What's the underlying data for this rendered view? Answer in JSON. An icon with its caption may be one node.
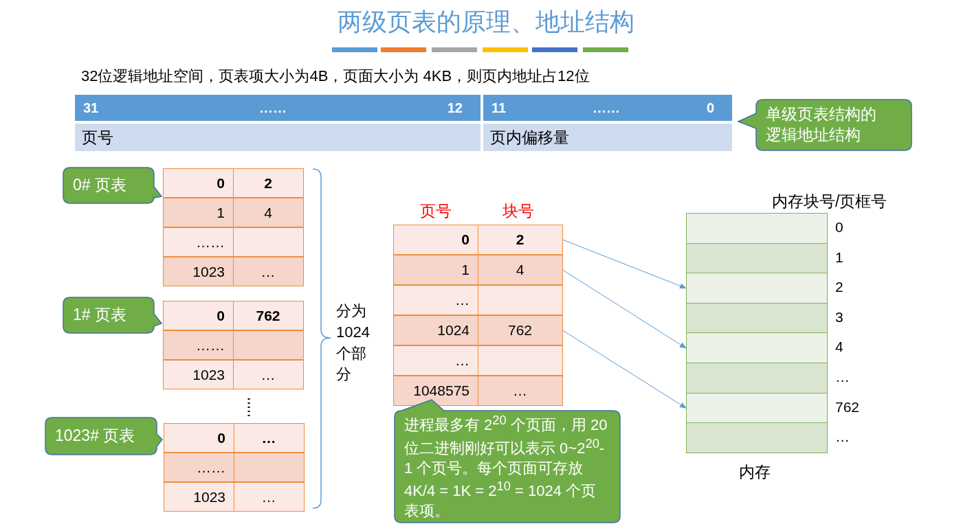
{
  "diagram": {
    "title": "两级页表的原理、地址结构",
    "nodes": [
      {
        "text": [
          "31",
          "……",
          "12"
        ]
      },
      {
        "text": [
          "11",
          "……",
          "0"
        ]
      },
      {
        "text": [
          "页号"
        ]
      },
      {
        "text": [
          "页内偏移量"
        ]
      },
      {
        "text": [
          "单级页表结构的逻辑地址结构"
        ]
      },
      {
        "text": [
          "0# 页表"
        ]
      },
      {
        "text": [
          "0"
        ]
      },
      {
        "text": [
          "2"
        ]
      },
      {
        "text": [
          "1"
        ]
      },
      {
        "text": [
          "4"
        ]
      },
      {
        "text": [
          "……"
        ]
      },
      {
        "text": [],
        "shape": "box"
      },
      {
        "text": [
          "1023"
        ]
      },
      {
        "text": [
          "…"
        ]
      },
      {
        "text": [
          "1# 页表"
        ]
      },
      {
        "text": [
          "0"
        ]
      },
      {
        "text": [
          "762"
        ]
      },
      {
        "text": [
          "……"
        ]
      },
      {
        "text": [],
        "shape": "box"
      },
      {
        "text": [
          "1023"
        ]
      },
      {
        "text": [
          "…"
        ]
      },
      {
        "text": [
          "1023# 页表"
        ]
      },
      {
        "text": [
          "0"
        ]
      },
      {
        "text": [
          "…"
        ]
      },
      {
        "text": [
          "……"
        ]
      },
      {
        "text": [],
        "shape": "box"
      },
      {
        "text": [
          "1023"
        ]
      },
      {
        "text": [
          "…"
        ]
      },
      {
        "text": [
          "0"
        ]
      },
      {
        "text": [
          "2"
        ]
      },
      {
        "text": [
          "1"
        ]
      },
      {
        "text": [
          "4"
        ]
      },
      {
        "text": [
          "…"
        ]
      },
      {
        "text": [],
        "shape": "box"
      },
      {
        "text": [
          "1024"
        ]
      },
      {
        "text": [
          "762"
        ]
      },
      {
        "text": [
          "…"
        ]
      },
      {
        "text": [],
        "shape": "box"
      },
      {
        "text": [
          "1048575"
        ]
      },
      {
        "text": [
          "…"
        ]
      },
      {
        "text": [
          "进程最多有 2$^{20}$ 个页面，用 20 位二进制刚好可以表示 0~2$^{20}$-1 个页号。每个页面可存放 4K/4 = 1K = 2$^{10}$ = 1024 个页表项。"
        ]
      },
      {
        "text": [],
        "shape": "box",
        "beside": [
          "0"
        ]
      },
      {
        "text": [],
        "shape": "box",
        "beside": [
          "1"
        ]
      },
      {
        "text": [],
        "shape": "box",
        "beside": [
          "2"
        ]
      },
      {
        "text": [],
        "shape": "box",
        "beside": [
          "3"
        ]
      },
      {
        "text": [],
        "shape": "box",
        "beside": [
          "4"
        ]
      },
      {
        "text": [],
        "shape": "box",
        "beside": [
          "…"
        ]
      },
      {
        "text": [],
        "shape": "box",
        "beside": [
          "762"
        ]
      },
      {
        "text": [],
        "shape": "box",
        "beside": [
          "…"
        ]
      }
    ],
    "edges": [
      {
        "from": 29,
        "to": 43,
        "arrow": "to"
      },
      {
        "from": 31,
        "to": 45,
        "arrow": "to"
      },
      {
        "from": 35,
        "to": 47,
        "arrow": "to"
      }
    ],
    "labels": [
      "32位逻辑地址空间，页表项大小为4B，页面大小为 4KB，则页内地址占12位",
      "分为1024个部分",
      "页号",
      "块号",
      "内存块号/页框号",
      "内存"
    ]
  }
}
